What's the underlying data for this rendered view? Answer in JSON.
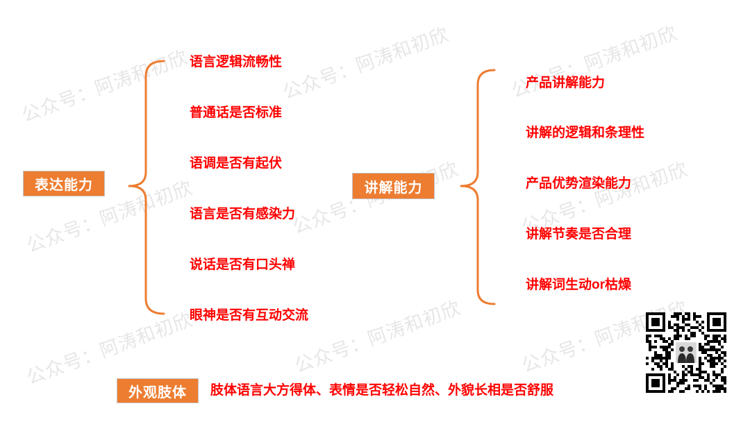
{
  "watermark": {
    "text": "公众号：阿涛和初欣"
  },
  "colors": {
    "accent": "#ED7D31",
    "item_text": "#FF0000",
    "box_text": "#FFFFFF"
  },
  "expression": {
    "label": "表达能力",
    "items": [
      "语言逻辑流畅性",
      "普通话是否标准",
      "语调是否有起伏",
      "语言是否有感染力",
      "说话是否有口头禅",
      "眼神是否有互动交流"
    ]
  },
  "explanation": {
    "label": "讲解能力",
    "items": [
      "产品讲解能力",
      "讲解的逻辑和条理性",
      "产品优势渲染能力",
      "讲解节奏是否合理",
      "讲解词生动or枯燥"
    ]
  },
  "appearance": {
    "label": "外观肢体",
    "description": "肢体语言大方得体、表情是否轻松自然、外貌长相是否舒服"
  },
  "qr_code": {
    "icon": "qr-code-icon"
  }
}
